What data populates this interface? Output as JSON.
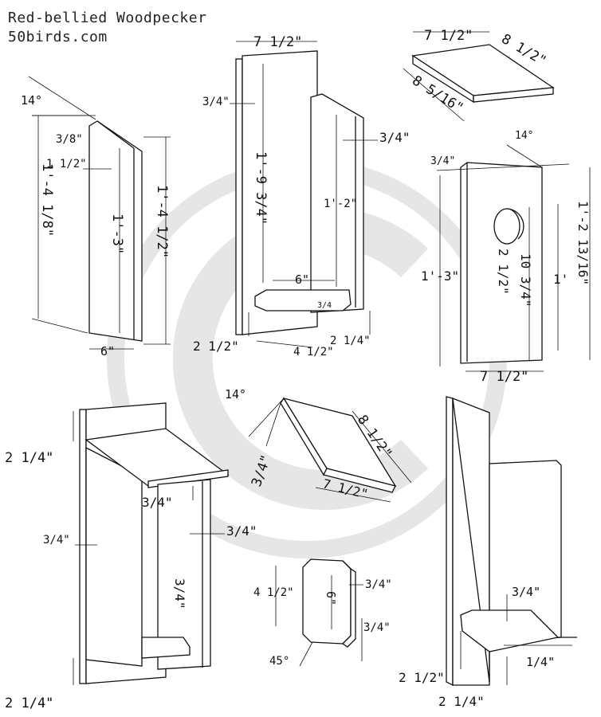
{
  "header": {
    "title": "Red-bellied Woodpecker",
    "site": "50birds.com"
  },
  "watermark": {
    "symbol": "©",
    "color": "#e6e6e6"
  },
  "views": {
    "side_panel": {
      "angle": "14°",
      "top_offset": "3/8\"",
      "depth_top": "1 1/2\"",
      "front_height": "1'-4 1/8\"",
      "inner_height": "1'-3\"",
      "back_height": "1'-4 1/2\"",
      "width": "6\""
    },
    "back_front_assembly": {
      "top_width": "7 1/2\"",
      "thickness_left": "3/4\"",
      "back_height": "1'-9 3/4\"",
      "front_height": "1'-2\"",
      "thickness_right": "3/4\"",
      "floor_width": "6\"",
      "floor_thickness": "3/4",
      "bottom_left": "2 1/2\"",
      "floor_depth": "4 1/2\"",
      "bottom_right": "2 1/4\""
    },
    "roof": {
      "width": "7 1/2\"",
      "depth": "8 1/2\"",
      "slant": "8 5/16\""
    },
    "front_panel": {
      "angle": "14°",
      "thickness": "3/4\"",
      "hole_diameter": "2 1/2\"",
      "hole_height": "10 3/4\"",
      "short_height": "1'",
      "left_height": "1'-3\"",
      "right_height": "1'-2 13/16\"",
      "width": "7 1/2\""
    },
    "assembled_side": {
      "top_gap": "2 1/4\"",
      "roof_thickness": "3/4\"",
      "left_thickness": "3/4\"",
      "right_thickness": "3/4\"",
      "floor_thickness": "3/4\"",
      "bottom_gap": "2 1/4\""
    },
    "roof_detail": {
      "angle": "14°",
      "depth": "8 1/2\"",
      "thickness": "3/4\"",
      "width": "7 1/2\""
    },
    "floor": {
      "depth": "4 1/2\"",
      "width": "6\"",
      "thickness_top": "3/4\"",
      "thickness_bottom": "3/4\"",
      "corner_angle": "45°"
    },
    "assembled_back": {
      "floor_thickness": "3/4\"",
      "bottom_left": "2 1/2\"",
      "right_offset": "1/4\"",
      "bottom_gap": "2 1/4\""
    }
  }
}
